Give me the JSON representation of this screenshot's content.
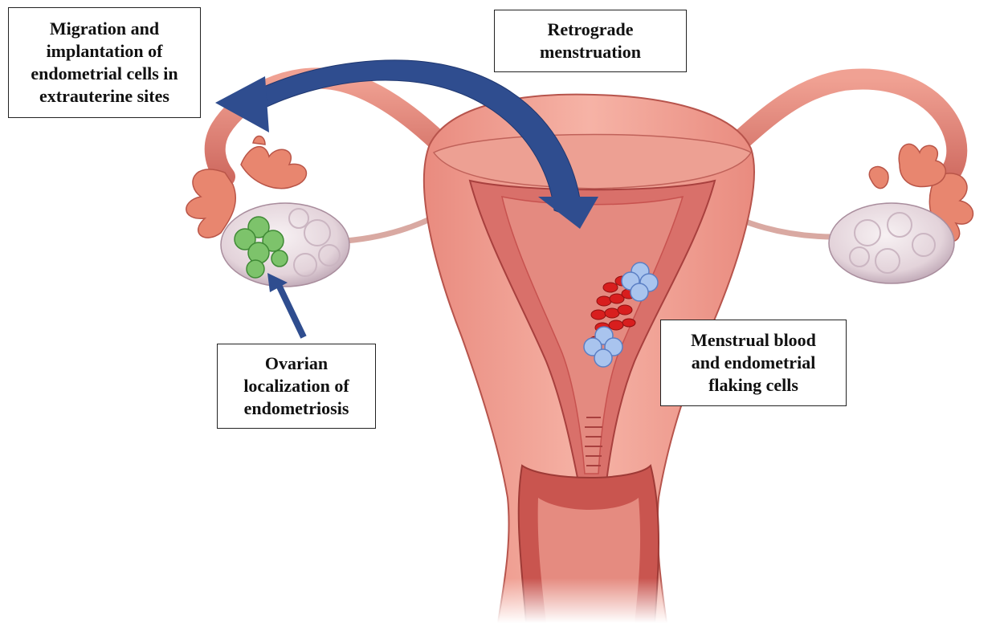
{
  "labels": {
    "migration": [
      "Migration and",
      "implantation of",
      "endometrial cells in",
      "extrauterine sites"
    ],
    "retrograde": [
      "Retrograde",
      "menstruation"
    ],
    "ovarian": [
      "Ovarian",
      "localization of",
      "endometriosis"
    ],
    "menstrual": [
      "Menstrual blood",
      "and endometrial",
      "flaking cells"
    ]
  },
  "colors": {
    "uterus_outer": "#e88a80",
    "uterus_wall": "#f1a396",
    "uterine_cavity": "#d9706a",
    "lining": "#c7524f",
    "tube": "#e07f74",
    "fimbriae": "#e8866f",
    "ovary": "#e9dde2",
    "ovary_shadow": "#c9b7c3",
    "endometriosis_lesion": "#7dc36b",
    "blood_cells": "#d81e1e",
    "flaking_cells": "#a9c4ee",
    "arrow": "#2f4d8f"
  }
}
